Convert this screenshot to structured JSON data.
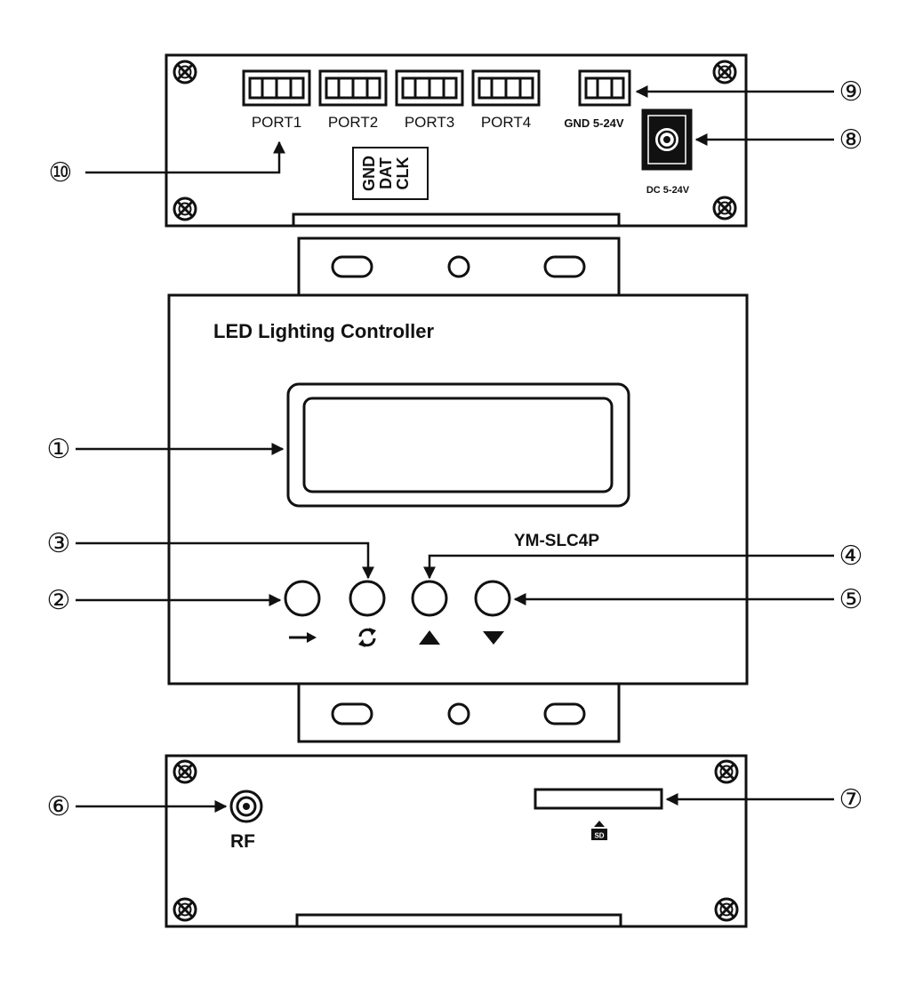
{
  "colors": {
    "line": "#111111",
    "background": "#ffffff"
  },
  "top_panel": {
    "port_labels": [
      "PORT1",
      "PORT2",
      "PORT3",
      "PORT4"
    ],
    "power_terminal_label": "GND 5-24V",
    "signal_pins": [
      "GND",
      "DAT",
      "CLK"
    ],
    "dc_jack_label": "DC 5-24V"
  },
  "front_panel": {
    "title": "LED Lighting Controller",
    "model": "YM-SLC4P",
    "button_icons": [
      "right-arrow-icon",
      "cycle-icon",
      "up-triangle-icon",
      "down-triangle-icon"
    ]
  },
  "bottom_panel": {
    "rf_label": "RF",
    "sd_label": "SD"
  },
  "callouts": {
    "c1": "①",
    "c2": "②",
    "c3": "③",
    "c4": "④",
    "c5": "⑤",
    "c6": "⑥",
    "c7": "⑦",
    "c8": "⑧",
    "c9": "⑨",
    "c10": "⑩"
  }
}
